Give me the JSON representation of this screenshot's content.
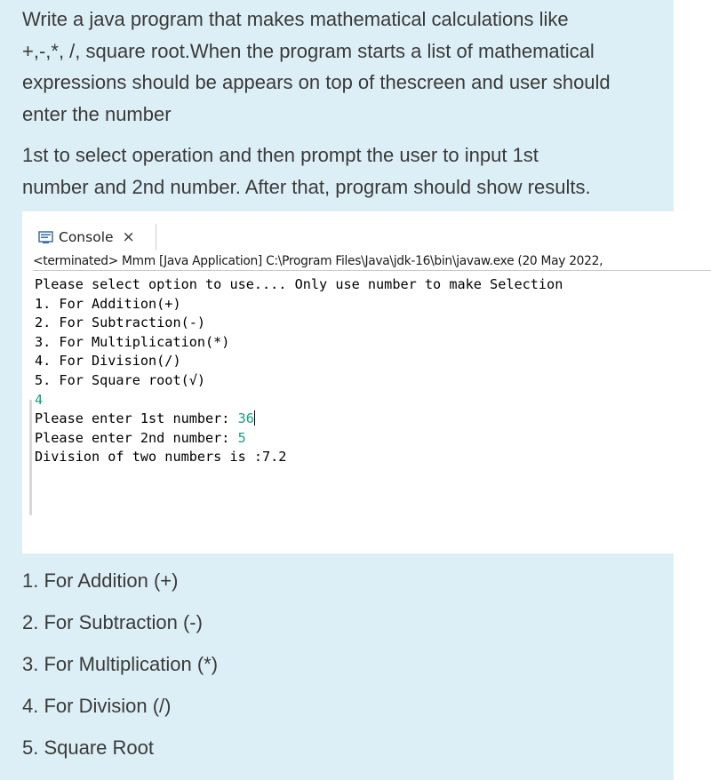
{
  "question": {
    "paragraph1_lines": [
      "Write a java program that makes mathematical calculations like",
      "+,-,*, /, square root.When the program starts a list of mathematical",
      "expressions should be appears on top of thescreen and user should",
      "enter the number"
    ],
    "paragraph2_lines": [
      "1st to select operation and then prompt the user to input 1st",
      "number and 2nd number. After that, program should show results."
    ]
  },
  "console": {
    "tab_label": "Console",
    "tab_icon": "console-icon",
    "close_glyph": "×",
    "status": "<terminated> Mmm [Java Application] C:\\Program Files\\Java\\jdk-16\\bin\\javaw.exe  (20 May 2022,",
    "menu_lines": [
      "Please select option to use.... Only use number to make Selection",
      "1. For Addition(+)",
      "2. For Subtraction(-)",
      "3. For Multiplication(*)",
      "4. For Division(/)",
      "5. For Square root(√)"
    ],
    "selection_input": "4",
    "prompt1": "Please enter 1st number: ",
    "input1": "36",
    "prompt2": "Please enter 2nd number: ",
    "input2": "5",
    "result": "Division of two numbers is :7.2",
    "colors": {
      "input_text": "#16a085",
      "panel_bg": "#ddeff6"
    }
  },
  "options": [
    "1. For Addition (+)",
    "2. For Subtraction (-)",
    "3. For Multiplication (*)",
    "4. For Division (/)",
    "5. Square Root"
  ]
}
